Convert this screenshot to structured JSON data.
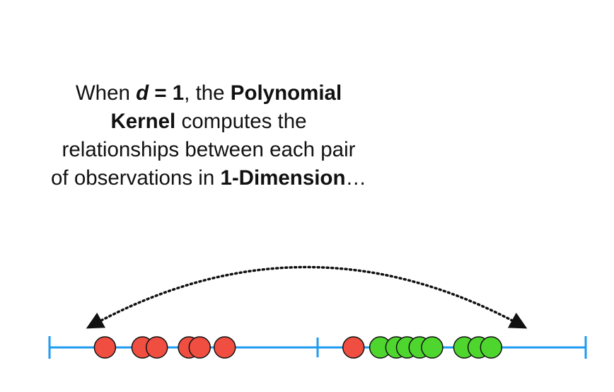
{
  "caption": {
    "line1_pre": "When ",
    "line1_var": "d",
    "line1_eq": " = 1",
    "line1_mid": ", the ",
    "line1_bold": "Polynomial",
    "line2_bold": "Kernel",
    "line2_rest": " computes the",
    "line3": "relationships between each pair",
    "line4_pre": "of observations in ",
    "line4_bold": "1-Dimension",
    "line4_end": "…"
  },
  "colors": {
    "axis": "#1f9bf0",
    "red_point": "#f04e41",
    "green_point": "#4fd62e",
    "arrow": "#111111",
    "text": "#111111"
  },
  "observations": {
    "red": [
      0.155,
      0.26,
      0.3,
      0.39,
      0.42,
      0.49,
      0.85
    ],
    "green": [
      0.925,
      0.97,
      1.0,
      1.035,
      1.07,
      1.16,
      1.2,
      1.235
    ]
  },
  "connection": {
    "from_observation": 0.155,
    "to_observation": 1.235,
    "style": "dotted-double-arrow"
  }
}
